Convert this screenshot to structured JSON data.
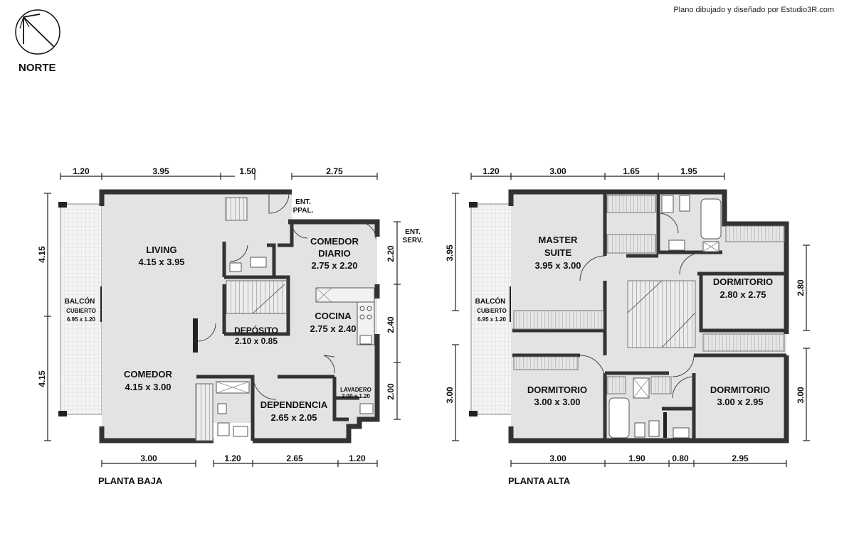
{
  "credit": "Plano dibujado y diseñado por Estudio3R.com",
  "north_label": "NORTE",
  "planta_baja": {
    "title": "PLANTA BAJA",
    "rooms": {
      "living_name": "LIVING",
      "living_dim": "4.15 x 3.95",
      "comedor_name": "COMEDOR",
      "comedor_dim": "4.15 x 3.00",
      "comedor_diario_name_1": "COMEDOR",
      "comedor_diario_name_2": "DIARIO",
      "comedor_diario_dim": "2.75 x 2.20",
      "cocina_name": "COCINA",
      "cocina_dim": "2.75 x 2.40",
      "deposito_name": "DEPÓSITO",
      "deposito_dim": "2.10 x 0.85",
      "dependencia_name": "DEPENDENCIA",
      "dependencia_dim": "2.65 x 2.05",
      "lavadero_name": "LAVADERO",
      "lavadero_dim": "2.00 x 1.20",
      "balcon_name": "BALCÓN",
      "balcon_sub": "CUBIERTO",
      "balcon_dim": "6.95 x 1.20",
      "ent_ppal_1": "ENT.",
      "ent_ppal_2": "PPAL.",
      "ent_serv_1": "ENT.",
      "ent_serv_2": "SERV."
    },
    "dims_top": [
      "1.20",
      "3.95",
      "1.50",
      "2.75"
    ],
    "dims_bottom": [
      "3.00",
      "1.20",
      "2.65",
      "1.20"
    ],
    "dims_left": [
      "4.15",
      "4.15"
    ],
    "dims_right": [
      "2.20",
      "2.40",
      "2.00"
    ]
  },
  "planta_alta": {
    "title": "PLANTA ALTA",
    "rooms": {
      "master_name_1": "MASTER",
      "master_name_2": "SUITE",
      "master_dim": "3.95 x 3.00",
      "dorm_ne_name": "DORMITORIO",
      "dorm_ne_dim": "2.80 x 2.75",
      "dorm_sw_name": "DORMITORIO",
      "dorm_sw_dim": "3.00 x 3.00",
      "dorm_se_name": "DORMITORIO",
      "dorm_se_dim": "3.00 x 2.95",
      "balcon_name": "BALCÓN",
      "balcon_sub": "CUBIERTO",
      "balcon_dim": "6.95 x 1.20"
    },
    "dims_top": [
      "1.20",
      "3.00",
      "1.65",
      "1.95"
    ],
    "dims_bottom": [
      "3.00",
      "1.90",
      "0.80",
      "2.95"
    ],
    "dims_left": [
      "3.95",
      "3.00"
    ],
    "dims_right": [
      "2.80",
      "3.00"
    ]
  }
}
